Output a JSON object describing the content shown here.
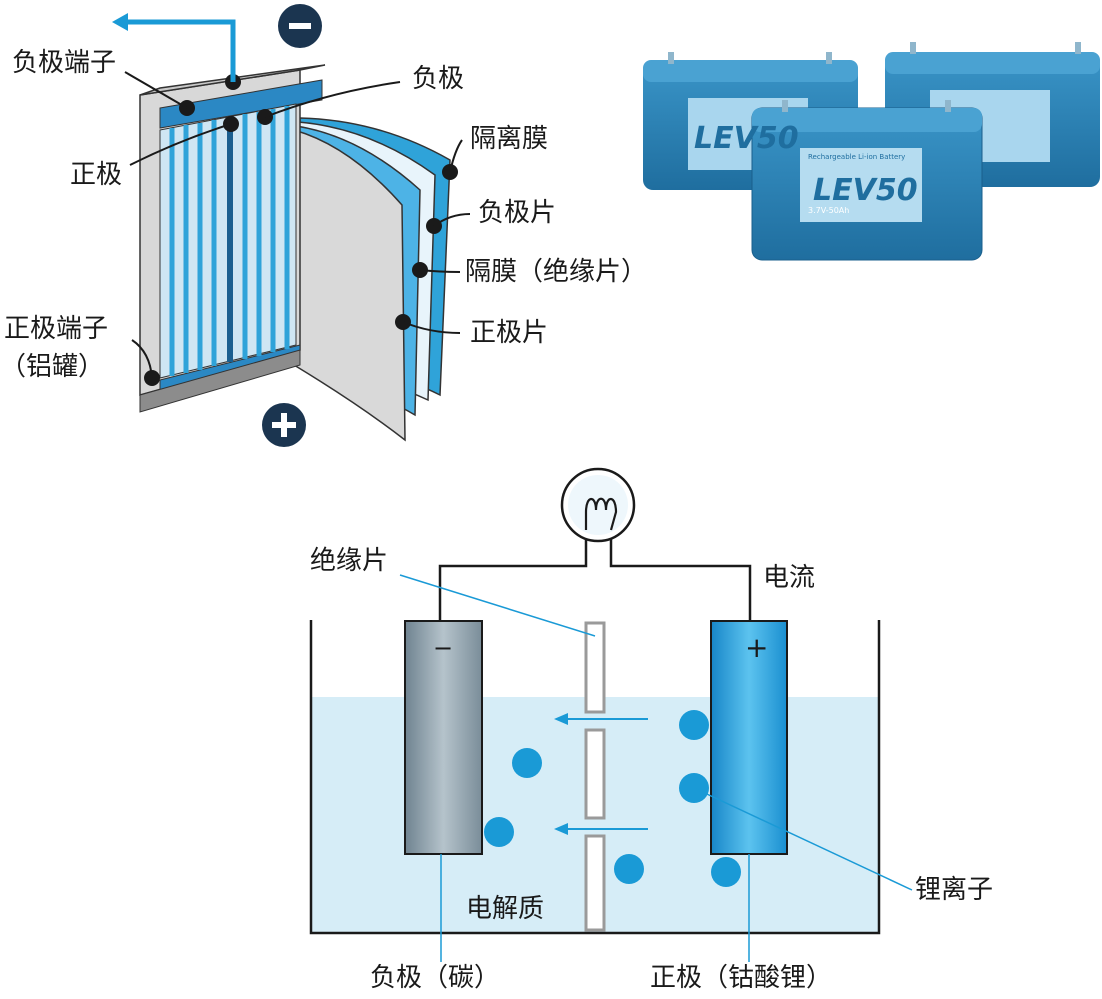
{
  "colors": {
    "accent": "#1a9ad6",
    "dark_navy": "#1b3550",
    "electrolyte": "#d6edf7",
    "cell_blue": "#2fa3d9",
    "battery_body": "#2b7fb5",
    "anode_gray": "#8a9ba6"
  },
  "cell_diagram": {
    "labels": {
      "neg_terminal": "负极端子",
      "neg_electrode": "负极",
      "pos_electrode": "正极",
      "separator": "隔离膜",
      "neg_sheet": "负极片",
      "insulating_film": "隔膜（绝缘片）",
      "pos_sheet": "正极片",
      "pos_terminal_line1": "正极端子",
      "pos_terminal_line2": "（铝罐）"
    },
    "minus_symbol": "−",
    "plus_symbol": "+"
  },
  "product_photo": {
    "badge_text": "LEV50",
    "small_text": "Rechargeable Li-ion Battery",
    "spec_text": "3.7V-50Ah"
  },
  "circuit_diagram": {
    "labels": {
      "insulator": "绝缘片",
      "current": "电流",
      "electrolyte": "电解质",
      "lithium_ion": "锂离子",
      "anode": "负极（碳）",
      "cathode": "正极（钴酸锂）"
    },
    "anode_sign": "−",
    "cathode_sign": "+"
  }
}
